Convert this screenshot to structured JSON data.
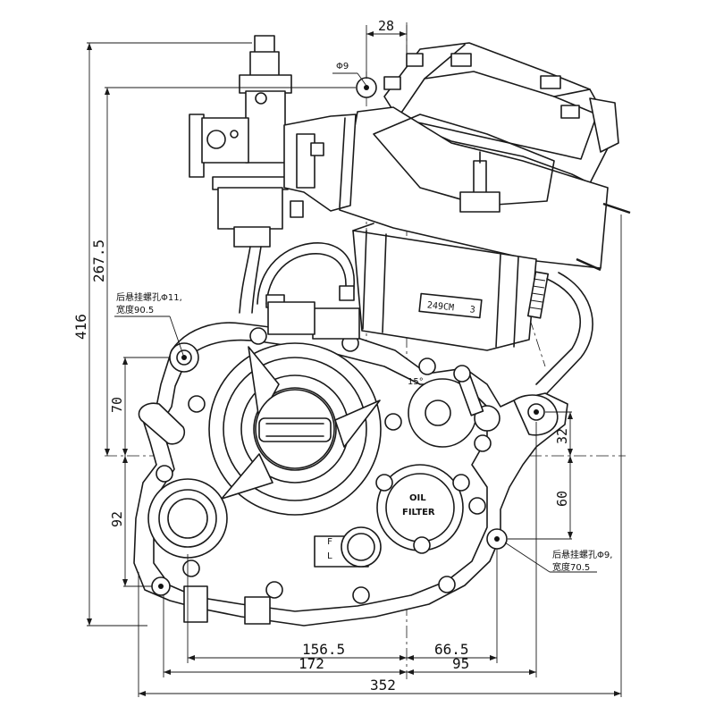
{
  "dimensions": {
    "top_offset": "28",
    "bolt_dia": "Φ9",
    "overall_height": "416",
    "cylinder_height": "267.5",
    "rear_upper_height": "70",
    "lower_height": "92",
    "right_upper_height": "32",
    "right_lower_height": "60",
    "width_left_inner": "156.5",
    "width_right_inner": "66.5",
    "width_left_outer": "172",
    "width_right_outer": "95",
    "overall_width": "352",
    "angle": "15°"
  },
  "annotations": {
    "upper_left_mount_line1": "后悬挂螺孔Φ11,",
    "upper_left_mount_line2": "宽度90.5",
    "lower_right_mount_line1": "后悬挂螺孔Φ9,",
    "lower_right_mount_line2": "宽度70.5",
    "cylinder_marking": "249CM",
    "cylinder_marking_suffix": "3",
    "oil_filter_line1": "OIL",
    "oil_filter_line2": "FILTER",
    "dipstick_mark_f": "F",
    "dipstick_mark_l": "L"
  }
}
